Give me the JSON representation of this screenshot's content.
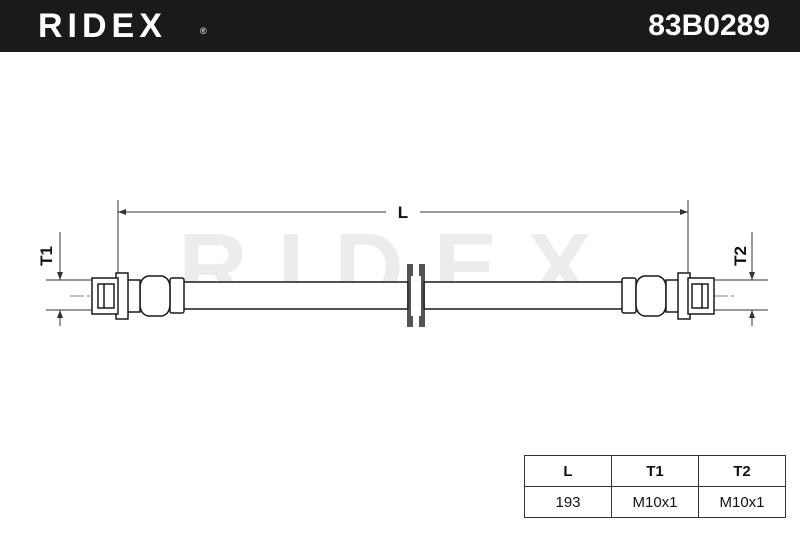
{
  "header": {
    "brand": "RIDEX",
    "brand_mark": "®",
    "part_number": "83B0289"
  },
  "drawing": {
    "watermark": "RIDEX",
    "dimension_length": "L",
    "dimension_t1": "T1",
    "dimension_t2": "T2"
  },
  "specs": {
    "headers": [
      "L",
      "T1",
      "T2"
    ],
    "values": [
      "193",
      "M10x1",
      "M10x1"
    ]
  },
  "colors": {
    "header_bg": "#1a1a1a",
    "line": "#1a1a1a",
    "watermark": "#ececec"
  }
}
